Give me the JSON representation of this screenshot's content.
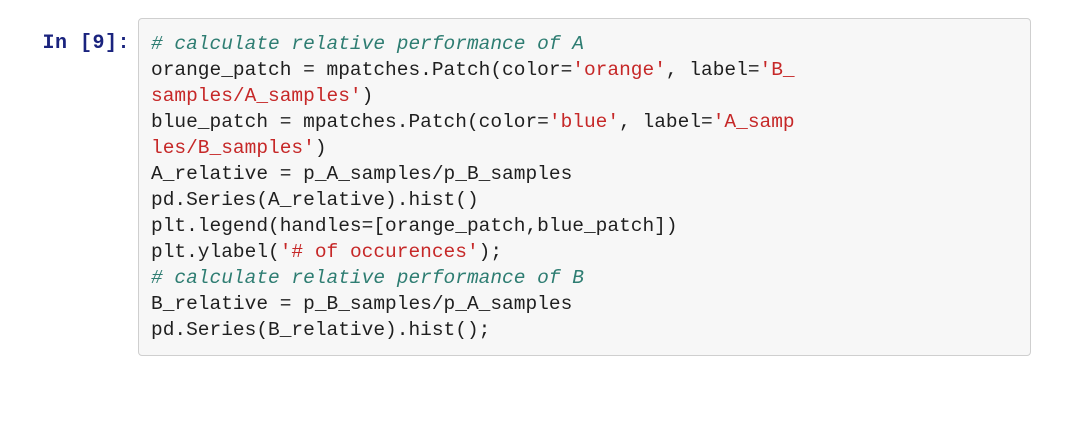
{
  "cell": {
    "prompt_label": "In [9]:",
    "execution_count": 9,
    "cell_type": "code",
    "language": "python",
    "colors": {
      "prompt": "#1a237e",
      "comment": "#2e7d72",
      "string": "#c62828",
      "plain": "#1f1f1f",
      "cell_background": "#f7f7f7",
      "cell_border": "#cfcfcf",
      "page_background": "#ffffff"
    },
    "lines": [
      {
        "index": 1,
        "text": "# calculate relative performance of A",
        "tokens": [
          {
            "type": "comment",
            "text": "# calculate relative performance of A"
          }
        ]
      },
      {
        "index": 2,
        "text": "orange_patch = mpatches.Patch(color='orange', label='B_",
        "tokens": [
          {
            "type": "plain",
            "text": "orange_patch = mpatches.Patch(color="
          },
          {
            "type": "string",
            "text": "'orange'"
          },
          {
            "type": "plain",
            "text": ", label="
          },
          {
            "type": "string",
            "text": "'B_"
          }
        ]
      },
      {
        "index": 3,
        "text": "samples/A_samples')",
        "tokens": [
          {
            "type": "string",
            "text": "samples/A_samples'"
          },
          {
            "type": "plain",
            "text": ")"
          }
        ]
      },
      {
        "index": 4,
        "text": "blue_patch = mpatches.Patch(color='blue', label='A_samp",
        "tokens": [
          {
            "type": "plain",
            "text": "blue_patch = mpatches.Patch(color="
          },
          {
            "type": "string",
            "text": "'blue'"
          },
          {
            "type": "plain",
            "text": ", label="
          },
          {
            "type": "string",
            "text": "'A_samp"
          }
        ]
      },
      {
        "index": 5,
        "text": "les/B_samples')",
        "tokens": [
          {
            "type": "string",
            "text": "les/B_samples'"
          },
          {
            "type": "plain",
            "text": ")"
          }
        ]
      },
      {
        "index": 6,
        "text": "A_relative = p_A_samples/p_B_samples",
        "tokens": [
          {
            "type": "plain",
            "text": "A_relative = p_A_samples/p_B_samples"
          }
        ]
      },
      {
        "index": 7,
        "text": "pd.Series(A_relative).hist()",
        "tokens": [
          {
            "type": "plain",
            "text": "pd.Series(A_relative).hist()"
          }
        ]
      },
      {
        "index": 8,
        "text": "plt.legend(handles=[orange_patch,blue_patch])",
        "tokens": [
          {
            "type": "plain",
            "text": "plt.legend(handles=[orange_patch,blue_patch])"
          }
        ]
      },
      {
        "index": 9,
        "text": "plt.ylabel('# of occurences');",
        "tokens": [
          {
            "type": "plain",
            "text": "plt.ylabel("
          },
          {
            "type": "string",
            "text": "'# of occurences'"
          },
          {
            "type": "plain",
            "text": ");"
          }
        ]
      },
      {
        "index": 10,
        "text": "# calculate relative performance of B",
        "tokens": [
          {
            "type": "comment",
            "text": "# calculate relative performance of B"
          }
        ]
      },
      {
        "index": 11,
        "text": "B_relative = p_B_samples/p_A_samples",
        "tokens": [
          {
            "type": "plain",
            "text": "B_relative = p_B_samples/p_A_samples"
          }
        ]
      },
      {
        "index": 12,
        "text": "pd.Series(B_relative).hist();",
        "tokens": [
          {
            "type": "plain",
            "text": "pd.Series(B_relative).hist();"
          }
        ]
      }
    ]
  }
}
